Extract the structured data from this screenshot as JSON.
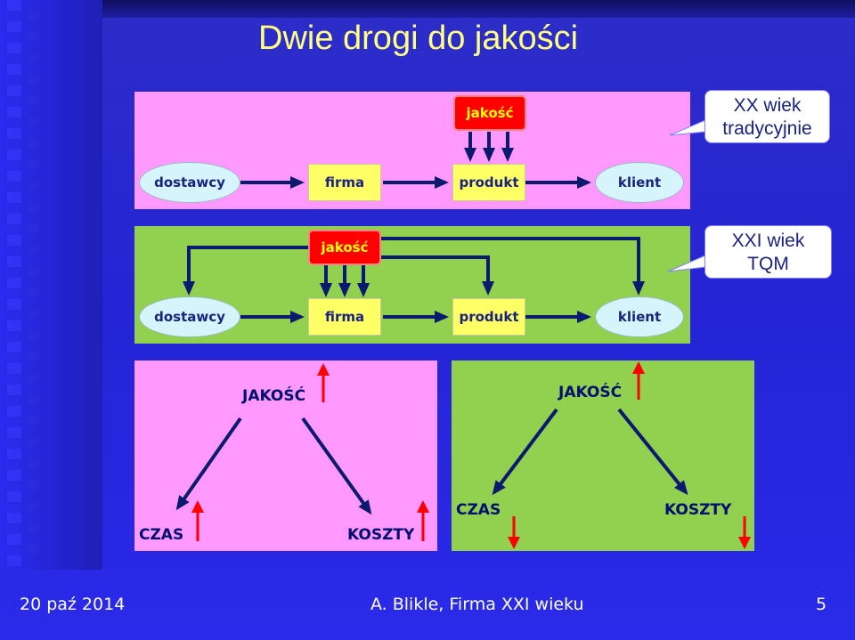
{
  "title": "Dwie drogi do jakości",
  "row1": {
    "quality": "jakość",
    "chain": [
      "dostawcy",
      "firma",
      "produkt",
      "klient"
    ],
    "callout": [
      "XX wiek",
      "tradycyjnie"
    ]
  },
  "row2": {
    "quality": "jakość",
    "chain": [
      "dostawcy",
      "firma",
      "produkt",
      "klient"
    ],
    "callout": [
      "XXI wiek",
      "TQM"
    ]
  },
  "triangle_left": {
    "top": "JAKOŚĆ",
    "left": "CZAS",
    "right": "KOSZTY"
  },
  "triangle_right": {
    "top": "JAKOŚĆ",
    "left": "CZAS",
    "right": "KOSZTY"
  },
  "footer": {
    "date": "20 paź 2014",
    "author": "A. Blikle, Firma XXI wieku",
    "page": "5"
  },
  "colors": {
    "pink": "#ff99ff",
    "green": "#92d050",
    "arrow": "#0a1a6e",
    "red": "#ff0000"
  }
}
